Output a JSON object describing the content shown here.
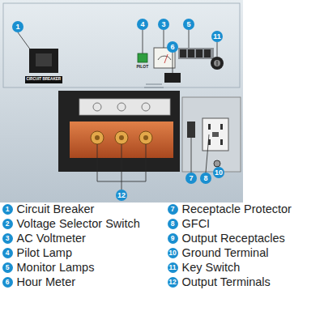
{
  "diagram": {
    "nodes": [
      {
        "text": [
          "1"
        ]
      },
      {
        "text": [
          "4"
        ]
      },
      {
        "text": [
          "3"
        ]
      },
      {
        "text": [
          "5"
        ]
      },
      {
        "text": [
          "6"
        ]
      },
      {
        "text": [
          "11"
        ]
      },
      {
        "text": [
          "7"
        ]
      },
      {
        "text": [
          "8"
        ]
      },
      {
        "text": [
          "10"
        ]
      },
      {
        "text": [
          "12"
        ]
      },
      {
        "text": [
          "1",
          "Circuit Breaker"
        ]
      },
      {
        "text": [
          "2",
          "Voltage Selector Switch"
        ]
      },
      {
        "text": [
          "3",
          "AC Voltmeter"
        ]
      },
      {
        "text": [
          "4",
          "Pilot Lamp"
        ]
      },
      {
        "text": [
          "5",
          "Monitor Lamps"
        ]
      },
      {
        "text": [
          "6",
          "Hour Meter"
        ]
      },
      {
        "text": [
          "7",
          "Receptacle Protector"
        ]
      },
      {
        "text": [
          "8",
          "GFCI"
        ]
      },
      {
        "text": [
          "9",
          "Output Receptacles"
        ]
      },
      {
        "text": [
          "10",
          "Ground Terminal"
        ]
      },
      {
        "text": [
          "11",
          "Key Switch"
        ]
      },
      {
        "text": [
          "12",
          "Output Terminals"
        ]
      }
    ],
    "labels": [
      "CIRCUIT BREAKER",
      "PILOT"
    ]
  }
}
